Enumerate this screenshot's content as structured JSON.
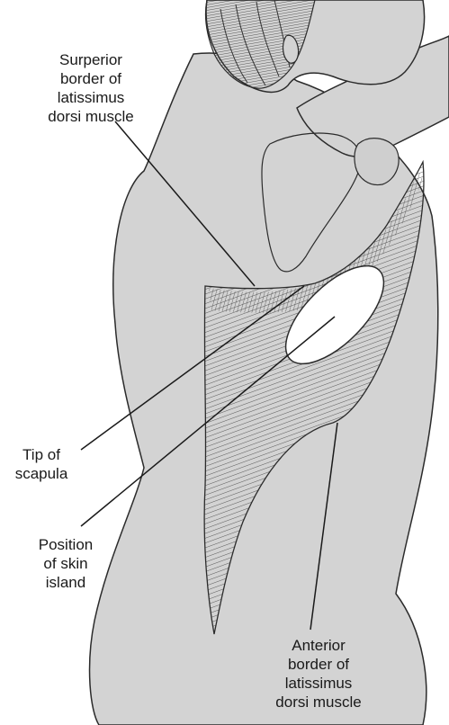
{
  "figure": {
    "colors": {
      "skin": "#d3d3d3",
      "ink": "#2b2b2b",
      "paper": "#ffffff",
      "hair": "#6a6a6a"
    }
  },
  "labels": {
    "superior_border": {
      "lines": [
        "Surperior",
        "border of",
        "latissimus",
        "dorsi muscle"
      ]
    },
    "tip_of_scapula": {
      "lines": [
        "Tip of",
        "scapula"
      ]
    },
    "skin_island": {
      "lines": [
        "Position",
        "of skin",
        "island"
      ]
    },
    "anterior_border": {
      "lines": [
        "Anterior",
        "border of",
        "latissimus",
        "dorsi muscle"
      ]
    }
  }
}
